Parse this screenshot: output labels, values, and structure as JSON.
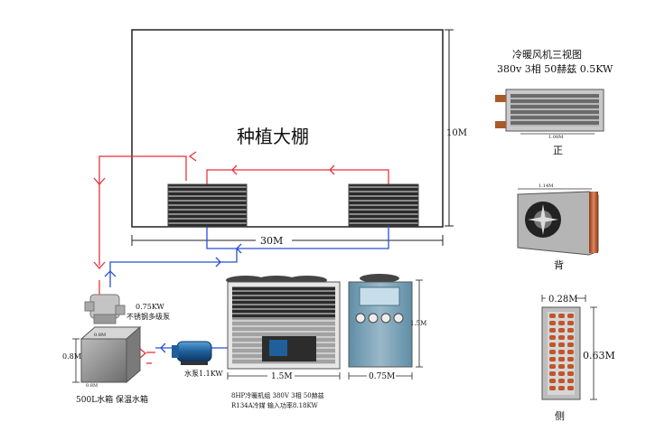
{
  "greenhouse": {
    "title": "种植大棚",
    "width_label": "30M",
    "height_label": "10M"
  },
  "unit_views": {
    "title_line1": "冷暖风机三视图",
    "title_line2": "380v 3相 50赫兹 0.5KW",
    "front": {
      "dim": "1.08M",
      "caption": "正"
    },
    "back": {
      "dim": "1.14M",
      "caption": "背"
    },
    "side": {
      "dim_width": "0.28M",
      "dim_height": "0.63M",
      "caption": "侧"
    }
  },
  "pump": {
    "power": "0.75KW",
    "name": "不锈钢多级泵"
  },
  "tank": {
    "dim_top": "0.8M",
    "dim_side": "0.8M",
    "dim_depth": "0.8M",
    "caption": "500L水箱  保温水箱"
  },
  "water_pump": {
    "label": "水泵1.1KW"
  },
  "chiller": {
    "width_main": "1.5M",
    "width_side": "0.75M",
    "height": "1.5M",
    "spec_line1": "8HP冷暖机组  380V 3相 50赫兹",
    "spec_line2": "R134A冷媒    输入功率8.18KW"
  },
  "colors": {
    "supply_pipe": "#e8323c",
    "return_pipe": "#2b4fd8",
    "panel": "#7e9fb2",
    "frame": "#222222"
  }
}
